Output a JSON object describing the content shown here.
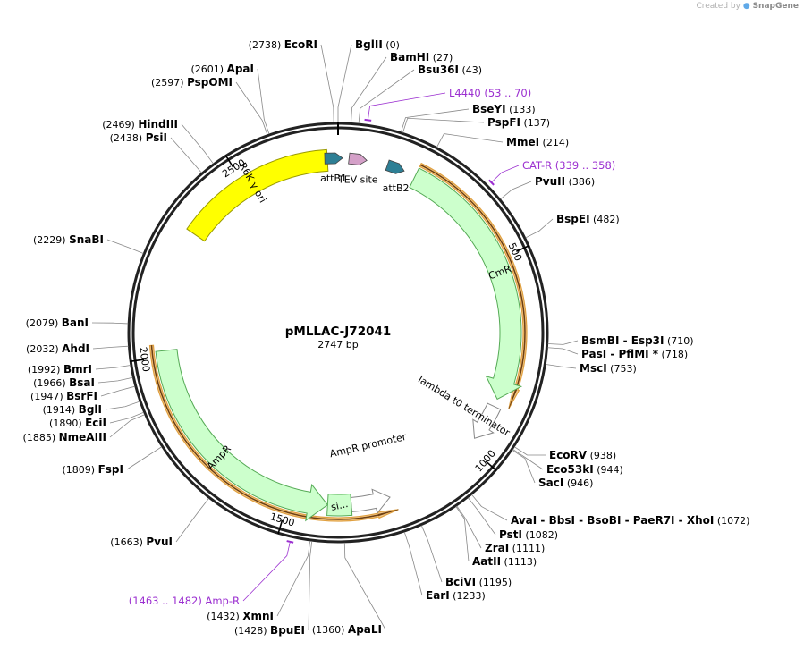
{
  "brand": {
    "created_by": "Created by",
    "name": "SnapGene"
  },
  "plasmid": {
    "name": "pMLLAC-J72041",
    "length_label": "2747 bp",
    "length": 2747
  },
  "ruler": {
    "ticks": [
      500,
      1000,
      1500,
      2000,
      2500
    ]
  },
  "features": [
    {
      "name": "R6K γ ori",
      "start": 2323,
      "end": 2720,
      "color": "#ffff00",
      "stroke": "#999900",
      "type": "arc",
      "strand": 0
    },
    {
      "name": "attB1",
      "start": 2725,
      "end": 2747,
      "color": "#2e7f95",
      "type": "marker"
    },
    {
      "name": "TEV site",
      "start": 40,
      "end": 60,
      "color": "#d4a0c8",
      "type": "marker"
    },
    {
      "name": "attB2",
      "start": 135,
      "end": 160,
      "color": "#2e7f95",
      "type": "marker"
    },
    {
      "name": "CmR",
      "start": 200,
      "end": 860,
      "color": "#ccffcc",
      "stroke": "#55aa55",
      "type": "arc",
      "strand": 1
    },
    {
      "name": "lambda t0 terminator",
      "start": 880,
      "end": 975,
      "color": "#ffffff",
      "stroke": "#888888",
      "type": "arc",
      "strand": 1
    },
    {
      "name": "AmpR promoter",
      "start": 1240,
      "end": 1340,
      "color": "#ffffff",
      "stroke": "#888888",
      "type": "arc",
      "strand": -1
    },
    {
      "name": "si...",
      "start": 1340,
      "end": 1400,
      "color": "#ccffcc",
      "stroke": "#55aa55",
      "type": "arc",
      "strand": 0
    },
    {
      "name": "AmpR",
      "start": 1400,
      "end": 2015,
      "color": "#ccffcc",
      "stroke": "#55aa55",
      "type": "arc",
      "strand": -1
    }
  ],
  "orfs": [
    {
      "start": 200,
      "end": 870,
      "strand": 1
    },
    {
      "start": 1230,
      "end": 2030,
      "strand": -1
    }
  ],
  "primers": [
    {
      "name": "L4440",
      "range": "(53 .. 70)",
      "pos": 61
    },
    {
      "name": "CAT-R",
      "range": "(339 .. 358)",
      "pos": 348
    },
    {
      "name": "Amp-R",
      "range": "(1463 .. 1482)",
      "pos": 1472
    }
  ],
  "enzymes": [
    {
      "name": "EcoRI",
      "pos": "(2738)",
      "site": 2738
    },
    {
      "name": "BglII",
      "pos": "(0)",
      "site": 0
    },
    {
      "name": "BamHI",
      "pos": "(27)",
      "site": 27
    },
    {
      "name": "Bsu36I",
      "pos": "(43)",
      "site": 43
    },
    {
      "name": "BseYI",
      "pos": "(133)",
      "site": 133
    },
    {
      "name": "PspFI",
      "pos": "(137)",
      "site": 137
    },
    {
      "name": "MmeI",
      "pos": "(214)",
      "site": 214
    },
    {
      "name": "PvuII",
      "pos": "(386)",
      "site": 386
    },
    {
      "name": "BspEI",
      "pos": "(482)",
      "site": 482
    },
    {
      "name": "BsmBI - Esp3I",
      "pos": "(710)",
      "site": 710
    },
    {
      "name": "PasI - PflMI *",
      "pos": "(718)",
      "site": 718
    },
    {
      "name": "MscI",
      "pos": "(753)",
      "site": 753
    },
    {
      "name": "EcoRV",
      "pos": "(938)",
      "site": 938
    },
    {
      "name": "Eco53kI",
      "pos": "(944)",
      "site": 944
    },
    {
      "name": "SacI",
      "pos": "(946)",
      "site": 946
    },
    {
      "name": "AvaI - BbsI - BsoBI - PaeR7I - XhoI",
      "pos": "(1072)",
      "site": 1072
    },
    {
      "name": "PstI",
      "pos": "(1082)",
      "site": 1082
    },
    {
      "name": "ZraI",
      "pos": "(1111)",
      "site": 1111
    },
    {
      "name": "AatII",
      "pos": "(1113)",
      "site": 1113
    },
    {
      "name": "BciVI",
      "pos": "(1195)",
      "site": 1195
    },
    {
      "name": "EarI",
      "pos": "(1233)",
      "site": 1233
    },
    {
      "name": "ApaLI",
      "pos": "(1360)",
      "site": 1360
    },
    {
      "name": "XmnI",
      "pos": "(1432)",
      "site": 1432
    },
    {
      "name": "BpuEI",
      "pos": "(1428)",
      "site": 1428
    },
    {
      "name": "PvuI",
      "pos": "(1663)",
      "site": 1663
    },
    {
      "name": "FspI",
      "pos": "(1809)",
      "site": 1809
    },
    {
      "name": "NmeAIII",
      "pos": "(1885)",
      "site": 1885
    },
    {
      "name": "EciI",
      "pos": "(1890)",
      "site": 1890
    },
    {
      "name": "BglI",
      "pos": "(1914)",
      "site": 1914
    },
    {
      "name": "BsrFI",
      "pos": "(1947)",
      "site": 1947
    },
    {
      "name": "BsaI",
      "pos": "(1966)",
      "site": 1966
    },
    {
      "name": "BmrI",
      "pos": "(1992)",
      "site": 1992
    },
    {
      "name": "AhdI",
      "pos": "(2032)",
      "site": 2032
    },
    {
      "name": "BanI",
      "pos": "(2079)",
      "site": 2079
    },
    {
      "name": "SnaBI",
      "pos": "(2229)",
      "site": 2229
    },
    {
      "name": "PsiI",
      "pos": "(2438)",
      "site": 2438
    },
    {
      "name": "HindIII",
      "pos": "(2469)",
      "site": 2469
    },
    {
      "name": "PspOMI",
      "pos": "(2597)",
      "site": 2597
    },
    {
      "name": "ApaI",
      "pos": "(2601)",
      "site": 2601
    }
  ]
}
